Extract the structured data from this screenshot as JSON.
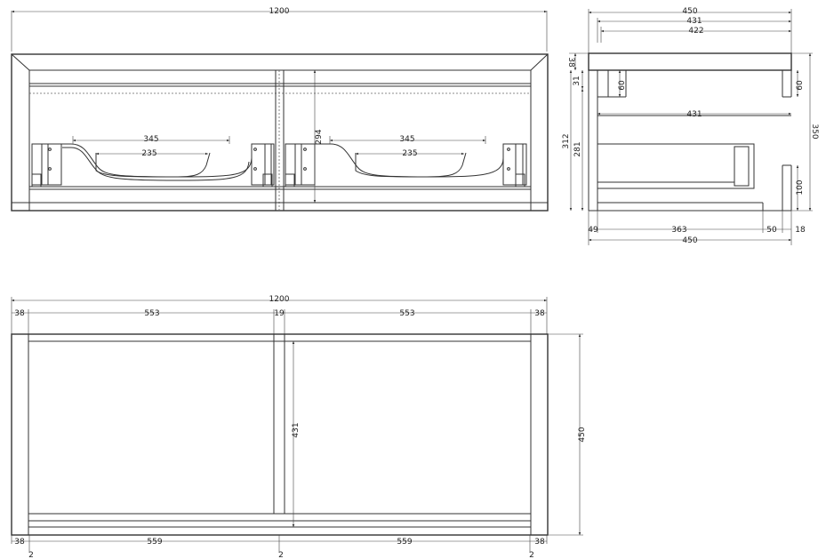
{
  "front_view": {
    "width": "1200",
    "height": "294",
    "handle_outer_left": "345",
    "handle_inner_left": "235",
    "handle_outer_right": "345",
    "handle_inner_right": "235"
  },
  "side_view": {
    "depth_total_top": "450",
    "depth_inner_1": "431",
    "depth_inner_2": "422",
    "top_thickness": "38",
    "small_gap": "31",
    "drawer_front_height": "60",
    "right_upper": "60",
    "shelf_depth": "431",
    "inner_height_1": "312",
    "inner_height_2": "281",
    "overall_height": "350",
    "plinth_height": "100",
    "bottom_left": "49",
    "bottom_mid": "363",
    "bottom_gap": "50",
    "bottom_right": "18",
    "depth_total_bottom": "450"
  },
  "plan_view": {
    "width": "1200",
    "side_left": "38",
    "bay_left": "553",
    "divider": "19",
    "bay_right": "553",
    "side_right": "38",
    "depth_inner": "431",
    "depth": "450",
    "bottom_left": "38",
    "bottom_bay_left": "559",
    "bottom_bay_right": "559",
    "bottom_right": "38",
    "gap_1": "2",
    "gap_2": "2",
    "gap_3": "2"
  }
}
